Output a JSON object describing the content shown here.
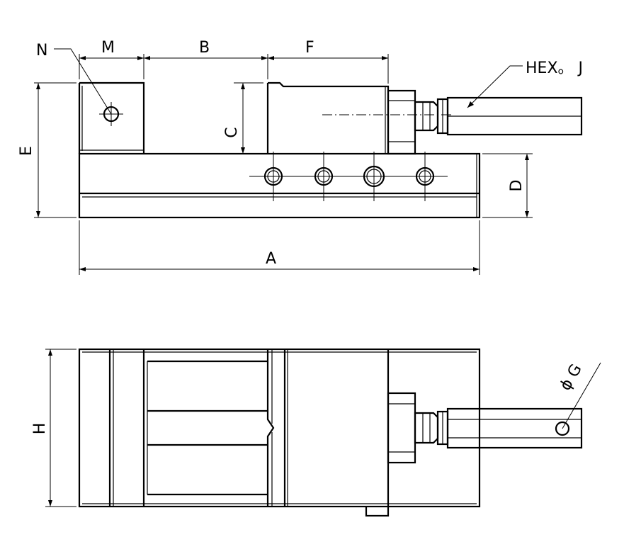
{
  "labels": {
    "N": "N",
    "M": "M",
    "B": "B",
    "F": "F",
    "hex_j": "HEX。 J",
    "C": "C",
    "E": "E",
    "D": "D",
    "A": "A",
    "H": "H",
    "phi_g": "ϕ G"
  }
}
